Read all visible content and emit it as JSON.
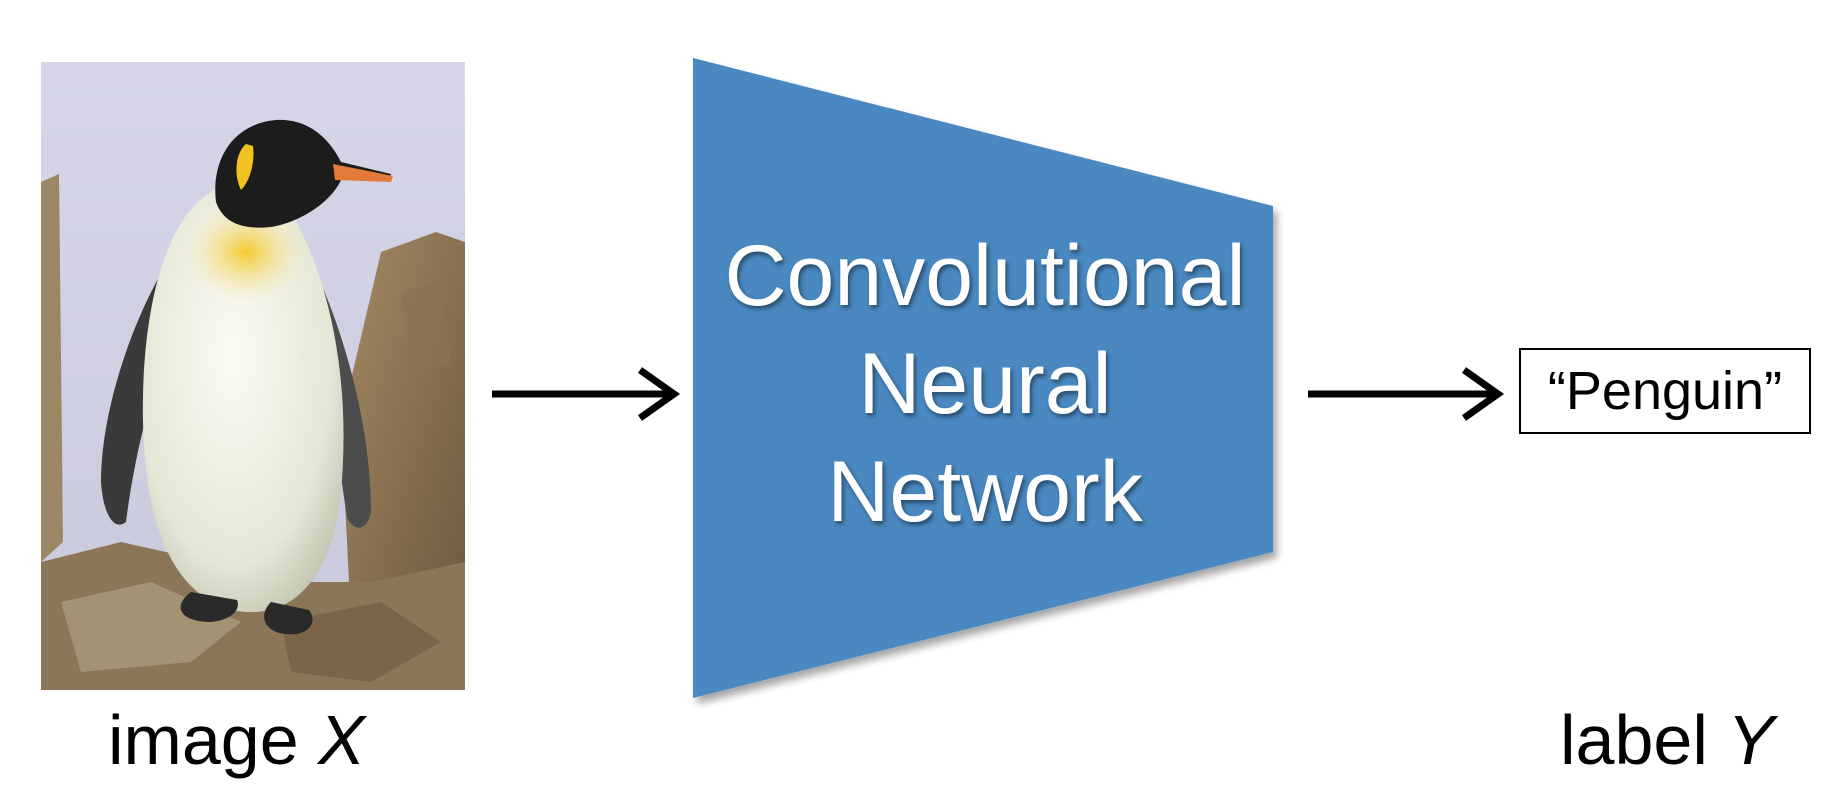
{
  "input": {
    "caption": "image",
    "variable": "X",
    "image_subject": "penguin-photo"
  },
  "model": {
    "line1": "Convolutional",
    "line2": "Neural",
    "line3": "Network"
  },
  "output": {
    "value": "“Penguin”",
    "caption": "label",
    "variable": "Y"
  },
  "colors": {
    "network": "#4a88c0",
    "arrow": "#000000",
    "background": "#ffffff"
  }
}
